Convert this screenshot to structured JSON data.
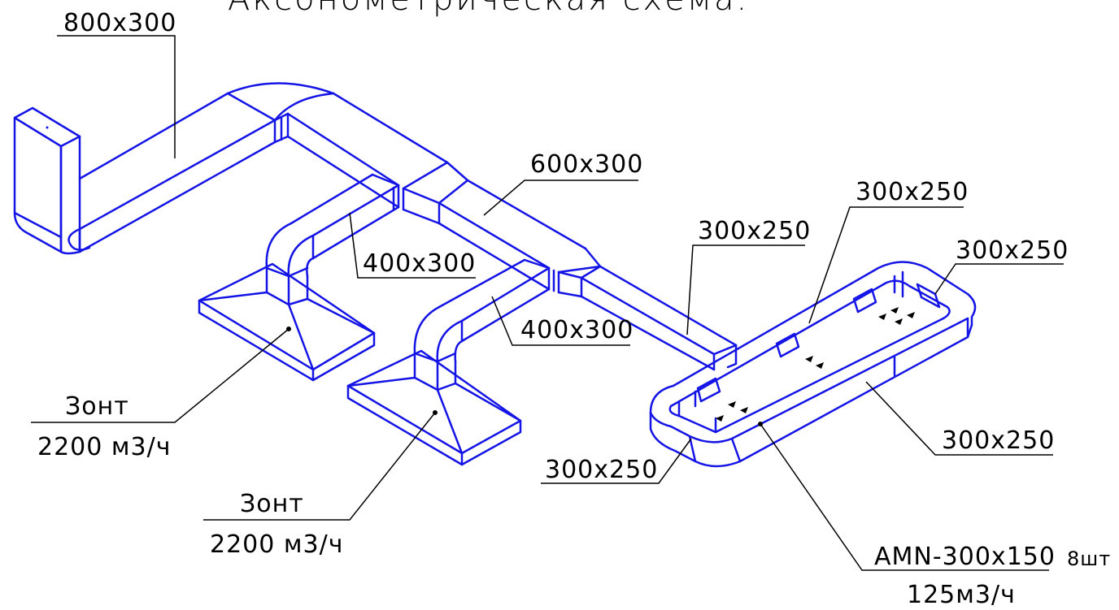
{
  "title": "Аксонометрическая схема.",
  "colors": {
    "duct": "#1414e6",
    "leader": "#000000",
    "text": "#000000"
  },
  "labels": {
    "duct_main": "800x300",
    "duct_600": "600x300",
    "duct_400_a": "400x300",
    "duct_400_b": "400x300",
    "duct_300_branch": "300x250",
    "duct_300_top": "300x250",
    "duct_300_end": "300x250",
    "duct_300_right": "300x250",
    "duct_300_left": "300x250"
  },
  "hoods": [
    {
      "name": "Зонт",
      "flow": "2200 м3/ч"
    },
    {
      "name": "Зонт",
      "flow": "2200 м3/ч"
    }
  ],
  "diffuser": {
    "model": "AMN-300x150",
    "count": "8шт",
    "flow": "125м3/ч"
  }
}
